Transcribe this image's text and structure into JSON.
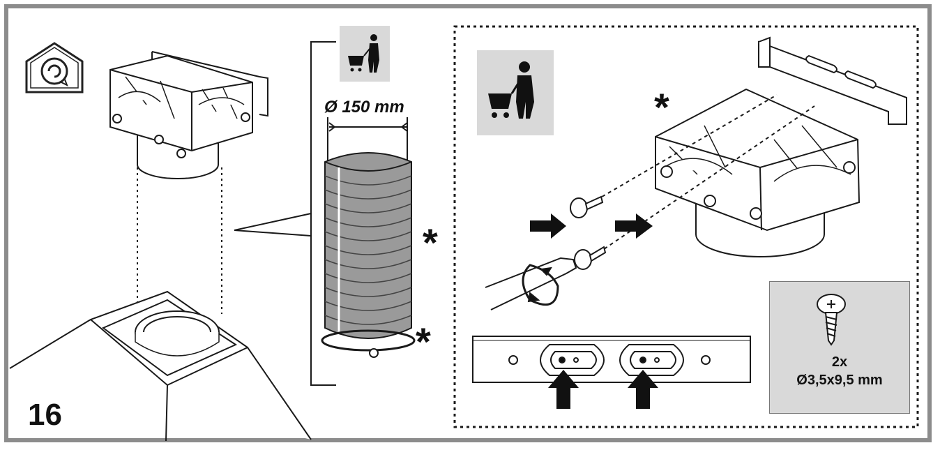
{
  "step": {
    "number": "16"
  },
  "duct": {
    "diameter_label": "Ø 150 mm",
    "optional_marker": "*"
  },
  "detail": {
    "optional_marker": "*",
    "screws": {
      "quantity": "2x",
      "size": "Ø3,5x9,5 mm"
    }
  },
  "icons": [
    "recirculation-house-icon",
    "shopping-cart-person-icon",
    "screwdriver-icon",
    "screw-icon",
    "arrow-icon"
  ],
  "colors": {
    "frame": "#8c8c8c",
    "icon_bg": "#d9d9d9",
    "screw_box_bg": "#d9d9d9",
    "line": "#1a1a1a"
  }
}
